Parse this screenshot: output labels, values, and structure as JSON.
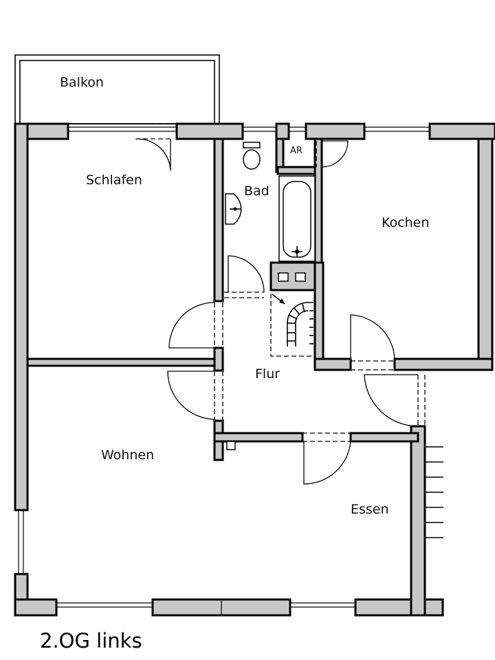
{
  "rooms": {
    "balkon": "Balkon",
    "schlafen": "Schlafen",
    "bad": "Bad",
    "ar": "AR",
    "kochen": "Kochen",
    "flur": "Flur",
    "wohnen": "Wohnen",
    "essen": "Essen"
  },
  "caption": "2.OG links",
  "colors": {
    "wall_fill": "#c8c8c8",
    "line": "#000000",
    "background": "#ffffff"
  }
}
